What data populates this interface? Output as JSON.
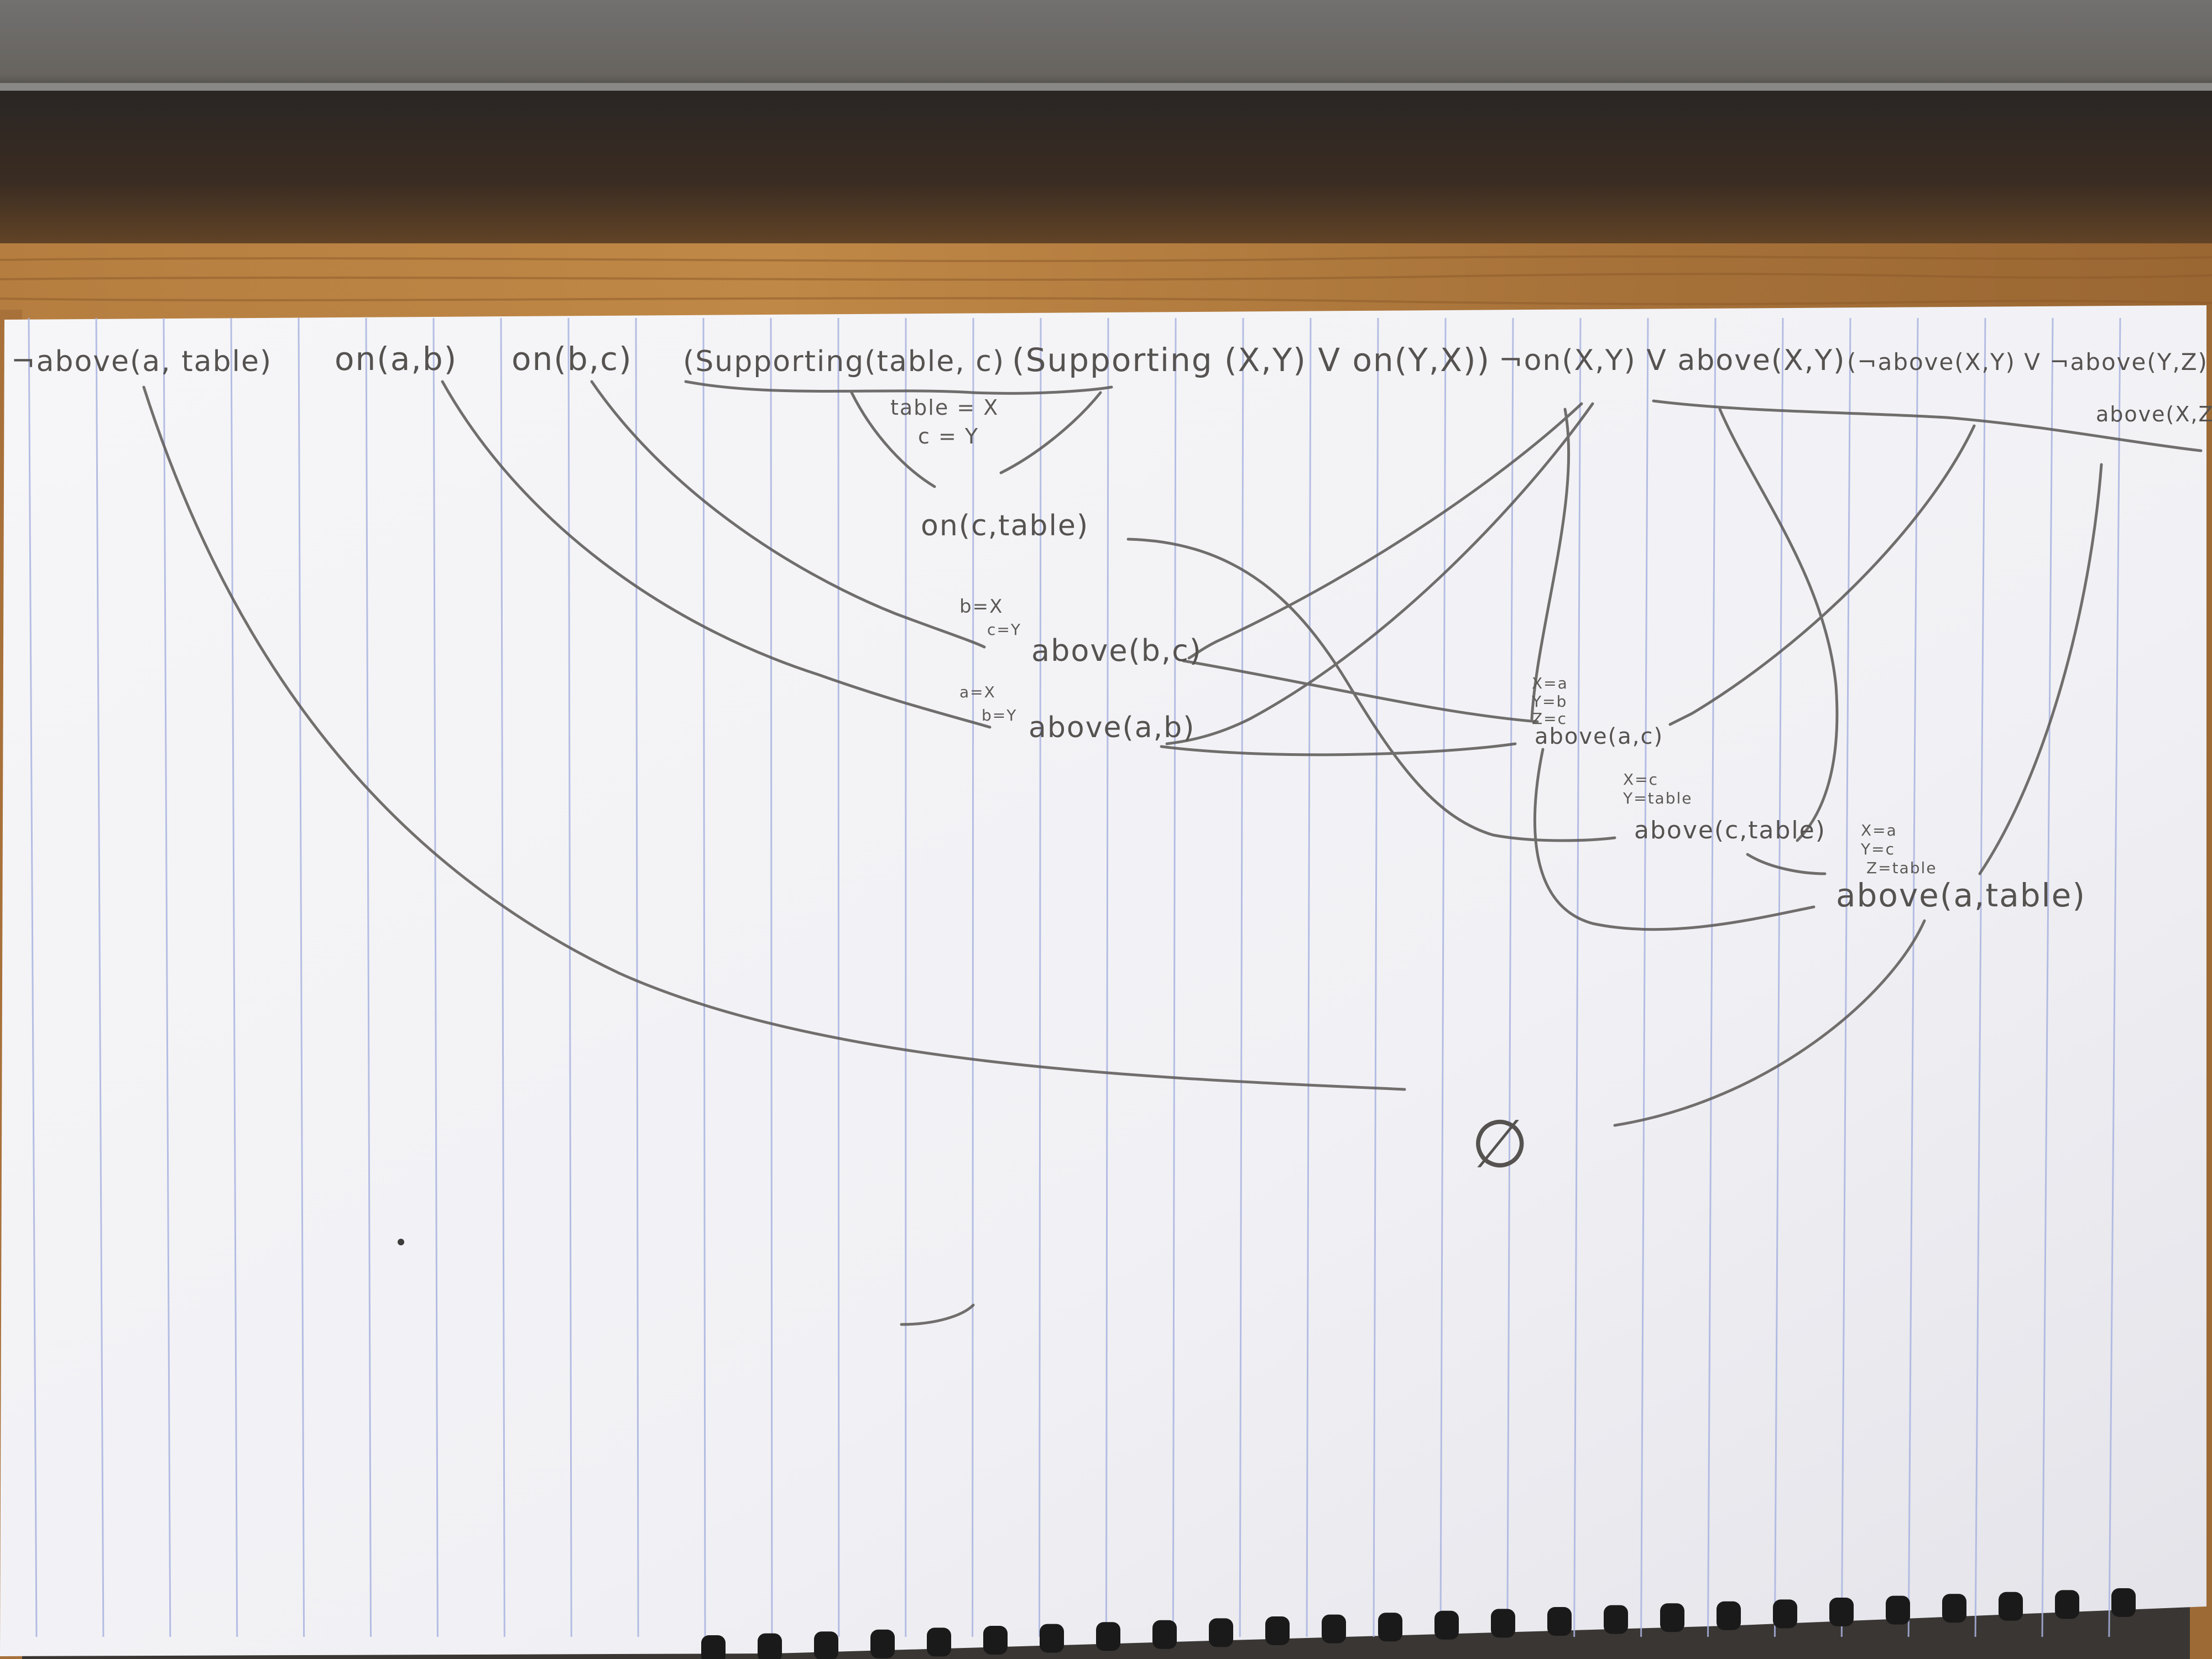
{
  "colors": {
    "laptop": "#6e6c6a",
    "laptop_edge": "#8a8886",
    "shadow": "#2c2725",
    "table_wood": "#b07a3e",
    "table_dark": "#6b4422",
    "paper": "#f3f3f6",
    "paper_shade": "#e4e4e9",
    "ruled_line": "#a9b3df",
    "pencil": "#5a5755",
    "spiral": "#1b1a1a"
  },
  "paper": {
    "kind": "ruled notebook sheet",
    "rule_orientation": "vertical",
    "spiral_binding": "bottom"
  },
  "clauses": {
    "c1": "¬above(a, table)",
    "c2": "on(a,b)",
    "c3": "on(b,c)",
    "c4": "(Supporting(table, c)",
    "c5": "(Supporting (X,Y) V on(Y,X))",
    "c6": "¬on(X,Y) V above(X,Y)",
    "c7": "(¬above(X,Y) V ¬above(Y,Z) V",
    "c7b": "above(X,Z)"
  },
  "derived": {
    "d1": "on(c,table)",
    "d2": "above(b,c)",
    "d3": "above(a,b)",
    "d4": "above(a,c)",
    "d5": "above(c,table)",
    "d6": "above(a,table)",
    "empty": "∅"
  },
  "substitutions": {
    "s1a": "table = X",
    "s1b": "c = Y",
    "s2a": "b=X",
    "s2b": "c=Y",
    "s3a": "a=X",
    "s3b": "b=Y",
    "s4a": "X=a",
    "s4b": "Y=b",
    "s4c": "Z=c",
    "s5a": "X=c",
    "s5b": "Y=table",
    "s6a": "X=a",
    "s6b": "Y=c",
    "s6c": "Z=table"
  }
}
